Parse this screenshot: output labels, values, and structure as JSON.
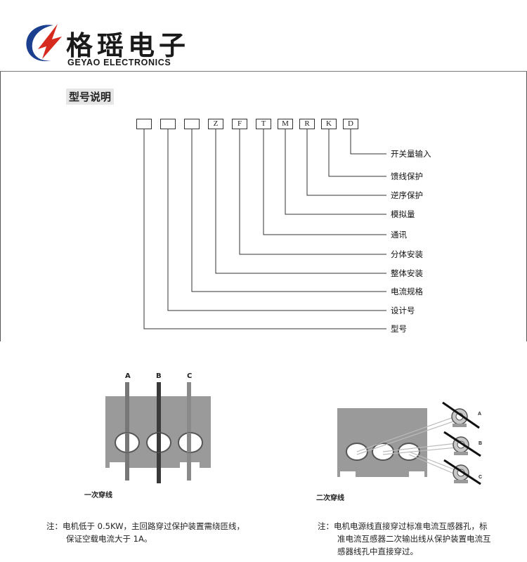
{
  "brand": {
    "name_cn": "格瑶电子",
    "name_en": "GEYAO ELECTRONICS"
  },
  "section": {
    "title": "型号说明"
  },
  "model_code": {
    "boxes": [
      "",
      "",
      "",
      "Z",
      "F",
      "T",
      "M",
      "R",
      "K",
      "D"
    ],
    "labels": [
      "开关量输入",
      "馈线保护",
      "逆序保护",
      "模拟量",
      "通讯",
      "分体安装",
      "整体安装",
      "电流规格",
      "设计号",
      "型号"
    ]
  },
  "wiring_primary": {
    "phases": [
      "A",
      "B",
      "C"
    ],
    "caption": "一次穿线",
    "note_line1": "注：电机低于 0.5KW，主回路穿过保护装置需绕匝线，",
    "note_line2": "保证空载电流大于 1A。"
  },
  "wiring_secondary": {
    "phases": [
      "A",
      "B",
      "C"
    ],
    "caption": "二次穿线",
    "note_line1": "注：电机电源线直接穿过标准电流互感器孔，标",
    "note_line2": "准电流互感器二次输出线从保护装置电流互",
    "note_line3": "感器线孔中直接穿过。"
  },
  "colors": {
    "logo_blue": "#1b3f8f",
    "logo_red": "#d62a1e",
    "device_gray": "#9a9a9a"
  }
}
